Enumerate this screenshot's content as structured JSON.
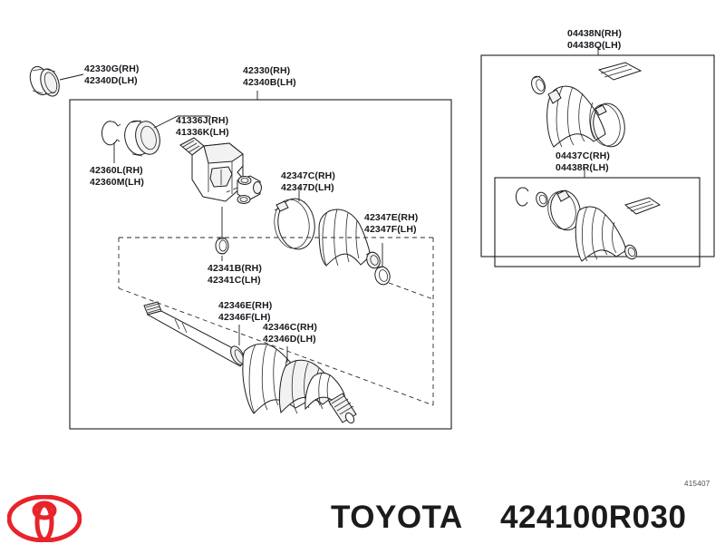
{
  "document": {
    "title": "Toyota drive shaft exploded parts diagram",
    "drawing_number": "415407"
  },
  "footer": {
    "brand": "TOYOTA",
    "part_number": "424100R030",
    "logo_name": "toyota-logo",
    "logo_color": "#e8232a",
    "text_color": "#1b1b1b"
  },
  "labels": {
    "outer_seal": {
      "rh": "42330G(RH)",
      "lh": "42340D(LH)"
    },
    "main_assembly": {
      "rh": "42330(RH)",
      "lh": "42340B(LH)"
    },
    "dust_cover": {
      "rh": "41336J(RH)",
      "lh": "41336K(LH)"
    },
    "snap_ring": {
      "rh": "42360L(RH)",
      "lh": "42360M(LH)"
    },
    "clamp_large": {
      "rh": "42347C(RH)",
      "lh": "42347D(LH)"
    },
    "clamp_small": {
      "rh": "42347E(RH)",
      "lh": "42347F(LH)"
    },
    "inner_ring": {
      "rh": "42341B(RH)",
      "lh": "42341C(LH)"
    },
    "boot_clamp_inner": {
      "rh": "42346E(RH)",
      "lh": "42346F(LH)"
    },
    "boot_clamp_outer": {
      "rh": "42346C(RH)",
      "lh": "42346D(LH)"
    },
    "kit_upper": {
      "rh": "04438N(RH)",
      "lh": "04438Q(LH)"
    },
    "kit_lower": {
      "rh": "04437C(RH)",
      "lh": "04438R(LH)"
    }
  }
}
